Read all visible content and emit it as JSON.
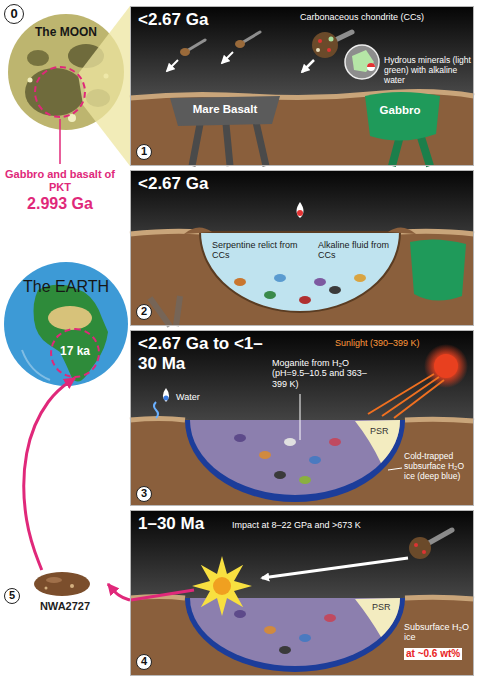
{
  "diagram": {
    "nodes": [
      {
        "text": [
          "The MOON"
        ]
      },
      {
        "text": [
          "Gabbro and basalt of PKT",
          "2.993 Ga"
        ],
        "in": 0
      },
      {
        "text": [
          "The EARTH"
        ]
      },
      {
        "text": [
          "17 ka"
        ],
        "in": 2
      },
      {
        "text": [
          "NWA2727"
        ]
      },
      {
        "text": [
          "<2.67 Ga"
        ]
      },
      {
        "text": [
          "<2.67 Ga"
        ]
      },
      {
        "text": [
          "<2.67 Ga to <1–30 Ma"
        ]
      },
      {
        "text": [
          "1–30 Ma"
        ]
      }
    ],
    "edges": [
      {
        "from": 8,
        "to": 4,
        "arrow": "to"
      },
      {
        "from": 4,
        "to": 3,
        "arrow": "to"
      }
    ],
    "labels": [
      "0",
      "Carbonaceous chondrite (CCs)",
      "Hydrous minerals (light green) with alkaline water",
      "Mare Basalt",
      "Gabbro",
      "1",
      "Serpentine relict from CCs",
      "Alkaline fluid from CCs",
      "2",
      "Water",
      "Moganite from H₂O (pH=9.5–10.5 and 363–399 K)",
      "Sunlight (390–399 K)",
      "PSR",
      "Cold-trapped subsurface H₂O ice (deep blue)",
      "3",
      "Impact at 8–22 GPa and >673 K",
      "PSR",
      "Subsurface H₂O ice",
      "at ~0.6 wt%",
      "4",
      "5"
    ]
  }
}
